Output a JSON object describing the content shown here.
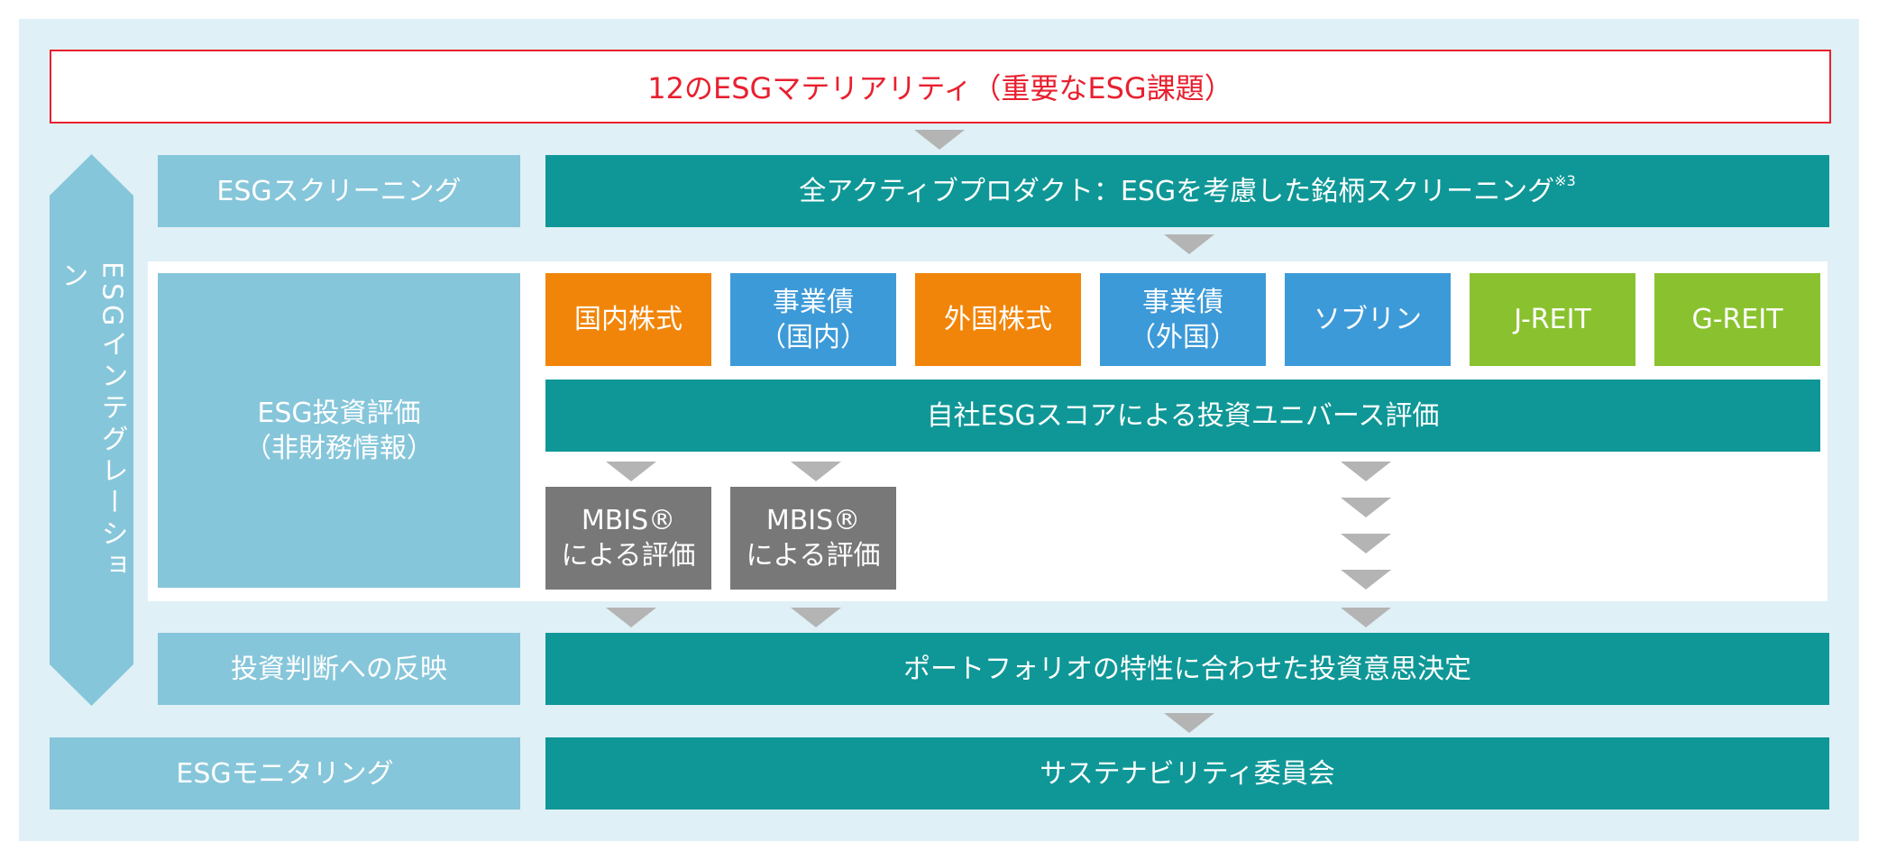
{
  "materiality": "12のESGマテリアリティ（重要なESG課題）",
  "integration_label": "ESGインテグレーション",
  "rows": {
    "screening": {
      "left": "ESGスクリーニング",
      "right": "全アクティブプロダクト：ESGを考慮した銘柄スクリーニング",
      "note": "※3"
    },
    "evaluation": {
      "left_line1": "ESG投資評価",
      "left_line2": "（非財務情報）",
      "universe": "自社ESGスコアによる投資ユニバース評価",
      "assets": [
        {
          "line1": "国内株式",
          "line2": ""
        },
        {
          "line1": "事業債",
          "line2": "（国内）"
        },
        {
          "line1": "外国株式",
          "line2": ""
        },
        {
          "line1": "事業債",
          "line2": "（外国）"
        },
        {
          "line1": "ソブリン",
          "line2": ""
        },
        {
          "line1": "J-REIT",
          "line2": ""
        },
        {
          "line1": "G-REIT",
          "line2": ""
        }
      ],
      "mbis": [
        {
          "line1": "MBIS®",
          "line2": "による評価"
        },
        {
          "line1": "MBIS®",
          "line2": "による評価"
        }
      ]
    },
    "decision": {
      "left": "投資判断への反映",
      "right": "ポートフォリオの特性に合わせた投資意思決定"
    },
    "monitoring": {
      "left": "ESGモニタリング",
      "right": "サステナビリティ委員会"
    }
  },
  "colors": {
    "panel": "#dff0f6",
    "light_box": "#86c6da",
    "teal": "#0f9797",
    "orange": "#f18509",
    "blue": "#3d9ad8",
    "green": "#8ac22f",
    "gray": "#787878",
    "accent_red": "#e8202f",
    "arrow": "#b4b4b4"
  }
}
